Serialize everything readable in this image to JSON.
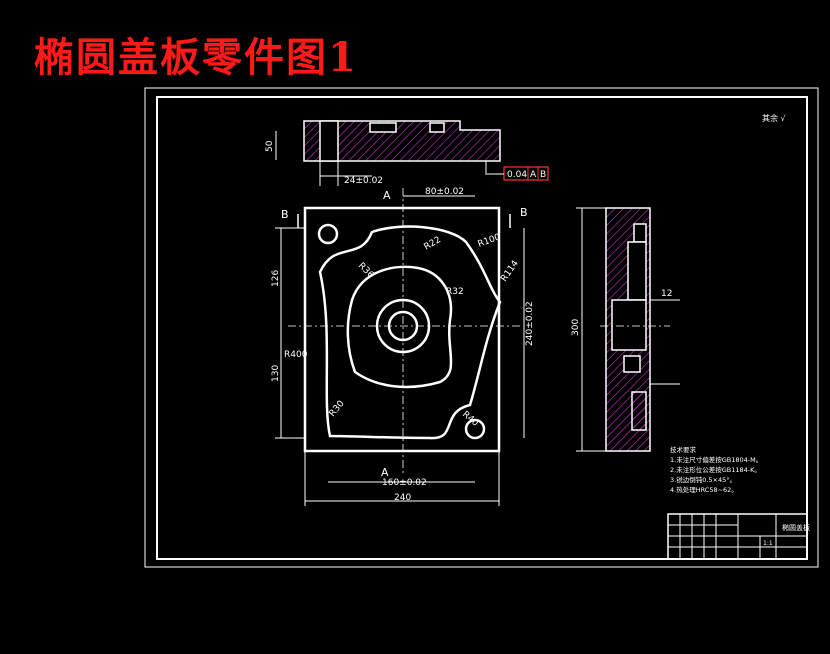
{
  "title": "椭圆盖板零件图1",
  "colors": {
    "background": "#000000",
    "title": "#ff1a1a",
    "lines": "#ffffff",
    "hatch": "#cc33cc",
    "dim": "#ffffff"
  },
  "section_labels": {
    "b_left": "B",
    "b_right": "B",
    "a_top": "A",
    "a_bottom": "A"
  },
  "dimensions": {
    "overall_width": "240",
    "width_tol": "160±0.02",
    "top_offset": "80±0.02",
    "height_upper": "126",
    "height_lower": "130",
    "height_right": "240±0.02",
    "radius_left": "R400",
    "radius_r100": "R100",
    "radius_r22": "R22",
    "radius_r32": "R32",
    "radius_r114": "R114",
    "radius_r36": "R36",
    "radius_r30": "R30",
    "radius_r40": "R40",
    "side_height": "300",
    "side_12": "12",
    "top_view_24": "24±0.02",
    "top_view_50": "50"
  },
  "tolerance_frame": {
    "value": "0.04",
    "datum_a": "A",
    "datum_b": "B"
  },
  "roughness_note": "其余 √",
  "tech_notes": [
    "技术要求",
    "1.未注尺寸偏差按GB1804-M。",
    "2.未注形位公差按GB1184-K。",
    "3.锐边倒钝0.5×45°。",
    "4.热处理HRC58~62。"
  ],
  "title_block": {
    "part_name": "椭圆盖板",
    "scale": "1:1"
  }
}
